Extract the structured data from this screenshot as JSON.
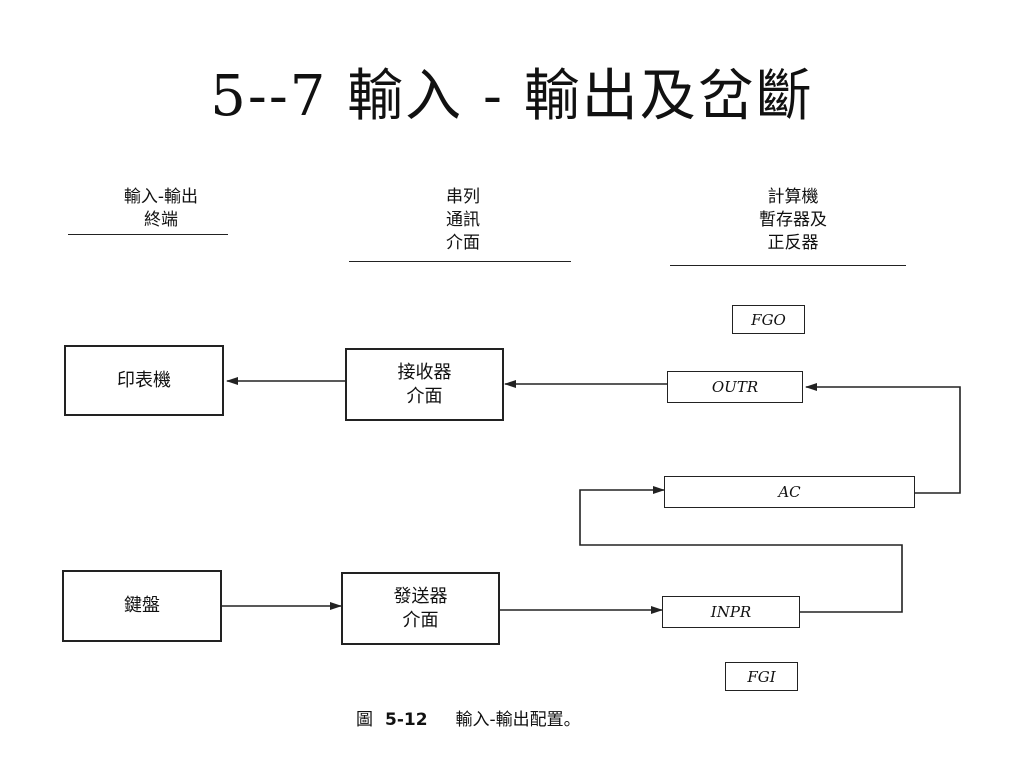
{
  "slide": {
    "title": "5--7 輸入 - 輸出及岔斷"
  },
  "columns": {
    "terminal": {
      "line1": "輸入-輸出",
      "line2": "終端"
    },
    "serial": {
      "line1": "串列",
      "line2": "通訊",
      "line3": "介面"
    },
    "computer": {
      "line1": "計算機",
      "line2": "暫存器及",
      "line3": "正反器"
    }
  },
  "devices": {
    "printer": "印表機",
    "keyboard": "鍵盤"
  },
  "interfaces": {
    "receiver": {
      "line1": "接收器",
      "line2": "介面"
    },
    "transmitter": {
      "line1": "發送器",
      "line2": "介面"
    }
  },
  "registers": {
    "fgo": "FGO",
    "outr": "OUTR",
    "ac": "AC",
    "inpr": "INPR",
    "fgi": "FGI"
  },
  "caption": {
    "label": "圖",
    "number": "5-12",
    "text": "輸入-輸出配置。"
  }
}
